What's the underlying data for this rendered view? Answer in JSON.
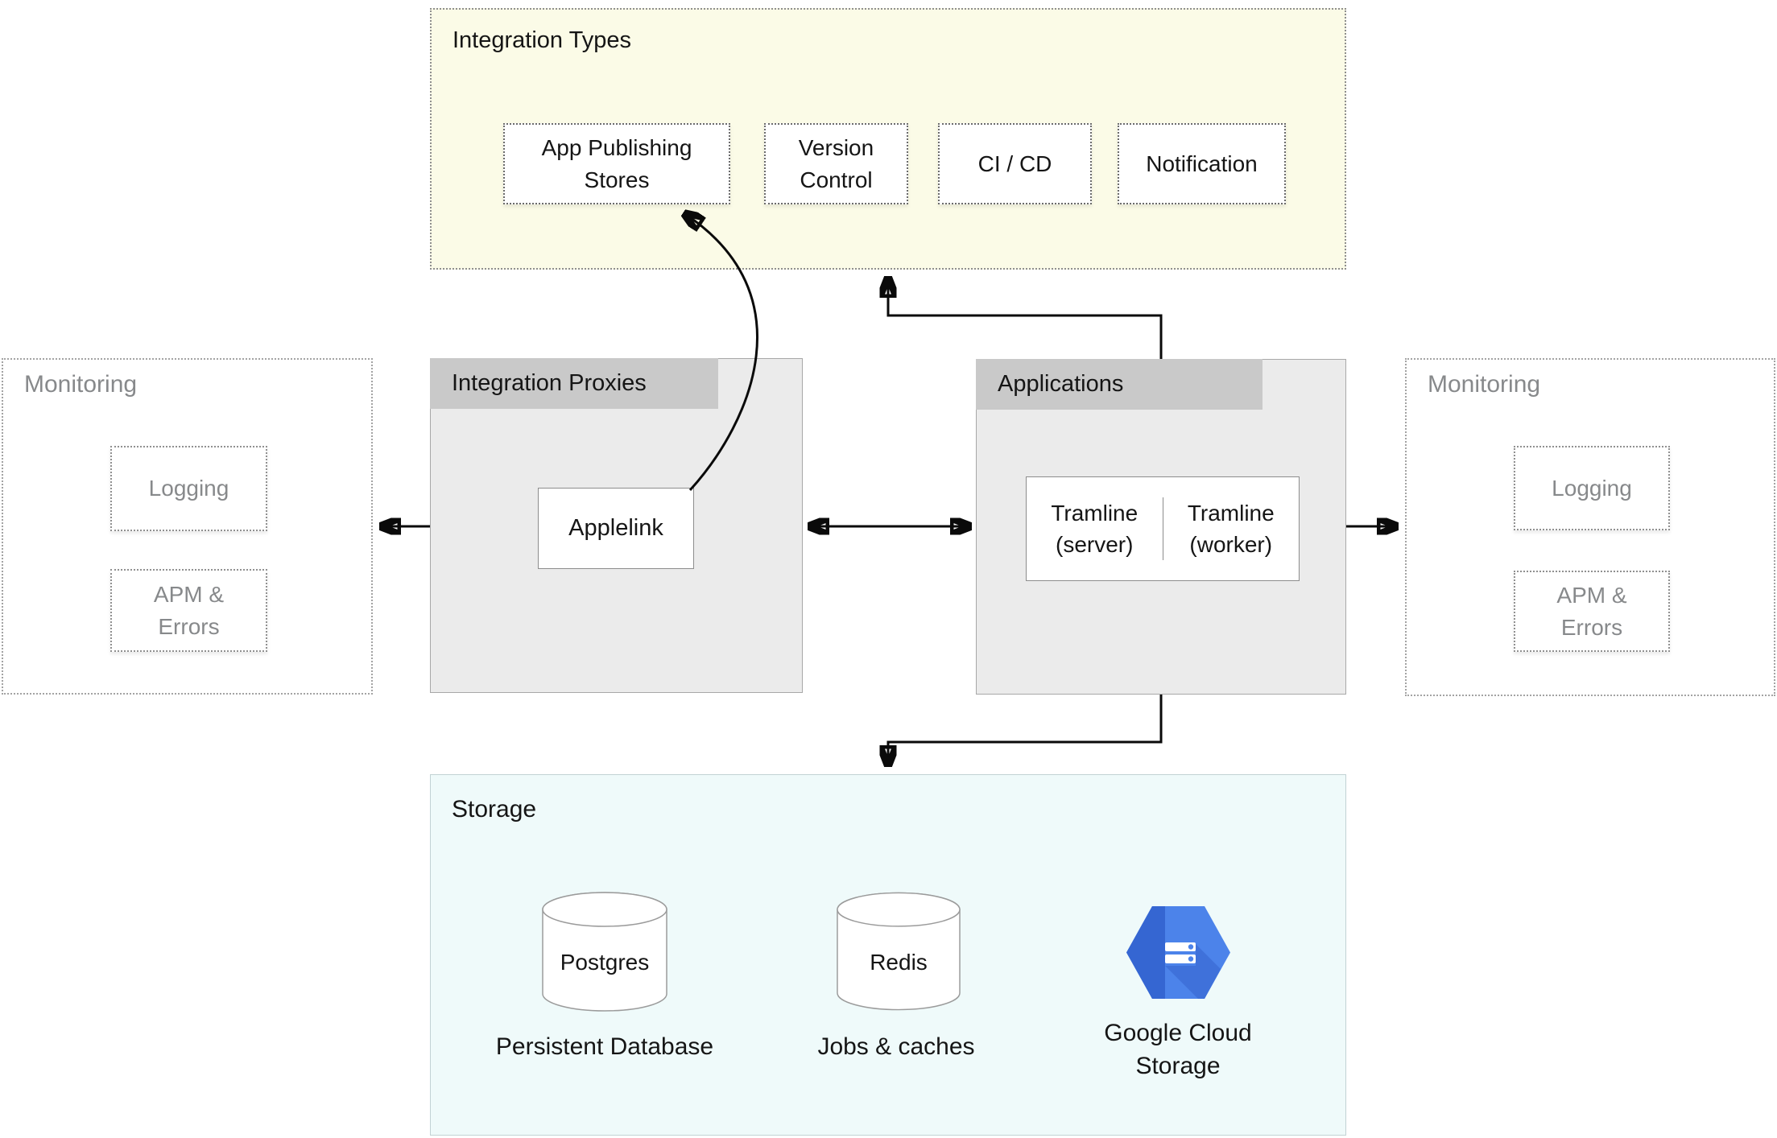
{
  "integration_types": {
    "title": "Integration Types",
    "items": [
      "App Publishing Stores",
      "Version Control",
      "CI / CD",
      "Notification"
    ]
  },
  "integration_proxies": {
    "title": "Integration Proxies",
    "items": [
      "Applelink"
    ]
  },
  "applications": {
    "title": "Applications",
    "items": [
      "Tramline (server)",
      "Tramline (worker)"
    ]
  },
  "monitoring_left": {
    "title": "Monitoring",
    "items": [
      "Logging",
      "APM & Errors"
    ]
  },
  "monitoring_right": {
    "title": "Monitoring",
    "items": [
      "Logging",
      "APM & Errors"
    ]
  },
  "storage": {
    "title": "Storage",
    "items": [
      {
        "label": "Postgres",
        "caption": "Persistent Database",
        "icon": "database-cylinder-icon"
      },
      {
        "label": "Redis",
        "caption": "Jobs & caches",
        "icon": "database-cylinder-icon"
      },
      {
        "label": "",
        "caption": "Google Cloud Storage",
        "icon": "google-cloud-storage-icon"
      }
    ]
  },
  "colors": {
    "integration_types_bg": "#fbfbe7",
    "panel_bg": "#ebebeb",
    "panel_header_bg": "#c9c9c9",
    "storage_bg": "#effafa",
    "muted_text": "#87898b",
    "gcs_blue": "#4c83ea",
    "gcs_blue_dark": "#3566d2",
    "gcs_blue_shadow": "#3f71da",
    "arrow": "#0a0a0a"
  }
}
